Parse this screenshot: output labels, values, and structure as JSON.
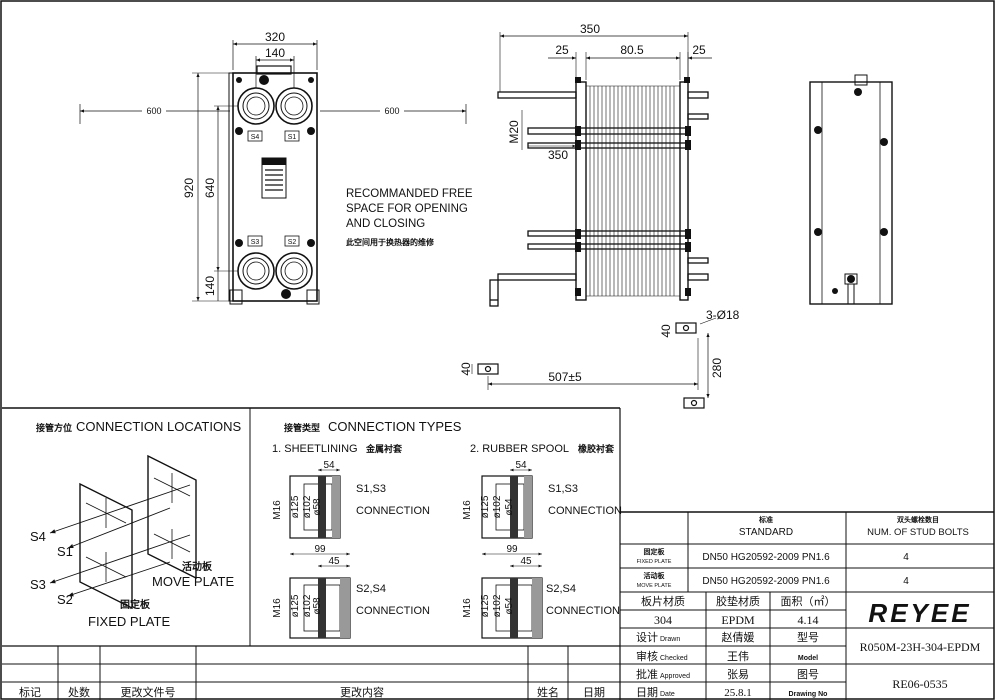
{
  "front_view": {
    "dim_width": "320",
    "dim_port_spacing": "140",
    "dim_height": "920",
    "dim_vertical_spacing": "640",
    "dim_bottom": "140",
    "dim_clear_left": "600",
    "dim_clear_right": "600",
    "label_s4": "S4",
    "label_s1": "S1",
    "label_s3": "S3",
    "label_s2": "S2"
  },
  "notes": {
    "free_space_line1": "RECOMMANDED FREE",
    "free_space_line2": "SPACE FOR OPENING",
    "free_space_line3": "AND CLOSING",
    "free_space_cn": "此空间用于换热器的维修"
  },
  "side_view": {
    "dim_overall": "350",
    "dim_left": "25",
    "dim_pack": "80.5",
    "dim_right": "25",
    "dim_bolt": "M20",
    "dim_inner": "350",
    "dim_base_len": "507±5",
    "dim_foot_h": "40",
    "dim_foot_h2": "40",
    "dim_holes": "3-Ø18",
    "dim_height2": "280"
  },
  "connection_locations": {
    "title_cn": "接管方位",
    "title_en": "CONNECTION LOCATIONS",
    "s4": "S4",
    "s1": "S1",
    "s3": "S3",
    "s2": "S2",
    "move_cn": "活动板",
    "move_en": "MOVE PLATE",
    "fixed_cn": "固定板",
    "fixed_en": "FIXED PLATE"
  },
  "connection_types": {
    "title_cn": "接管类型",
    "title_en": "CONNECTION TYPES",
    "type1_en": "1. SHEETLINING",
    "type1_cn": "金属衬套",
    "type2_en": "2. RUBBER SPOOL",
    "type2_cn": "橡胶衬套",
    "d54": "54",
    "d99": "99",
    "d45": "45",
    "m16": "M16",
    "phi125": "ø125",
    "phi102": "ø102",
    "phi58": "ø58",
    "phi54": "ø54",
    "s1s3": "S1,S3",
    "s2s4": "S2,S4",
    "connection": "CONNECTION"
  },
  "title_block": {
    "standard_cn": "标准",
    "standard_en": "STANDARD",
    "bolts_cn": "双头螺栓数目",
    "bolts_en": "NUM. OF STUD BOLTS",
    "fixed_cn": "固定板",
    "fixed_en": "FIXED PLATE",
    "fixed_std": "DN50  HG20592-2009  PN1.6",
    "fixed_bolts": "4",
    "move_cn": "活动板",
    "move_en": "MOVE PLATE",
    "move_std": "DN50  HG20592-2009  PN1.6",
    "move_bolts": "4",
    "plate_mat": "板片材质",
    "gasket_mat": "胶垫材质",
    "area": "面积（㎡）",
    "plate_val": "304",
    "gasket_val": "EPDM",
    "area_val": "4.14",
    "logo": "REYEE",
    "design_cn": "设计",
    "design_en": "Drawn",
    "design_name": "赵倩媛",
    "check_cn": "审核",
    "check_en": "Checked",
    "check_name": "王伟",
    "approve_cn": "批准",
    "approve_en": "Approved",
    "approve_name": "张易",
    "date_cn": "日期",
    "date_en": "Date",
    "date_val": "25.8.1",
    "model_cn": "型号",
    "model_en": "Model",
    "model_val": "R050M-23H-304-EPDM",
    "drawing_cn": "图号",
    "drawing_en": "Drawing No",
    "drawing_val": "RE06-0535"
  },
  "revision_block": {
    "mark": "标记",
    "count": "处数",
    "doc": "更改文件号",
    "content": "更改内容",
    "name": "姓名",
    "date": "日期"
  }
}
